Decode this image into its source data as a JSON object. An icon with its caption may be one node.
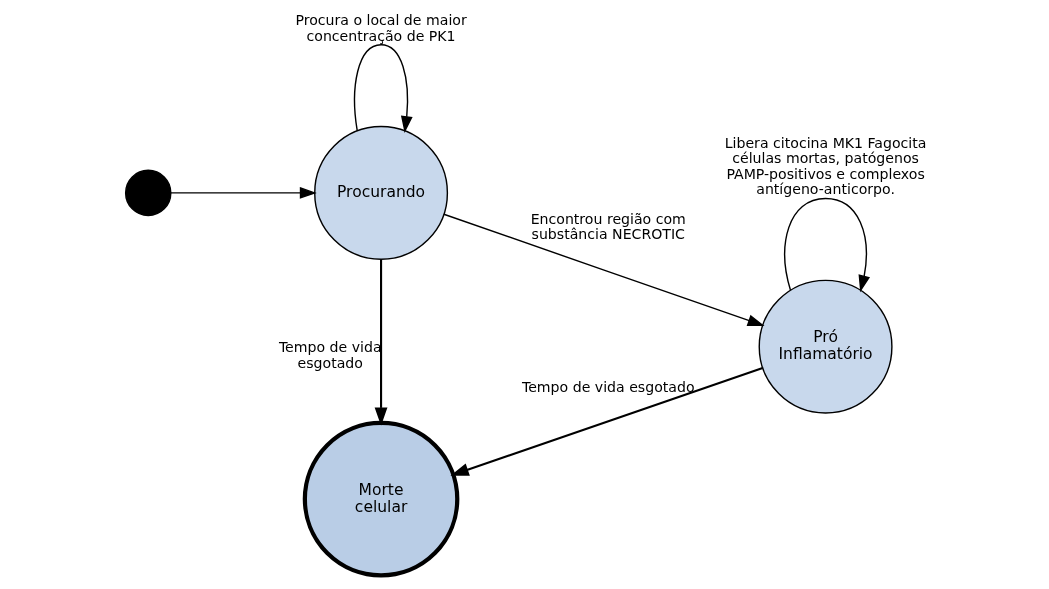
{
  "diagram": {
    "nodes": [
      {
        "text": [],
        "shape": "circle"
      },
      {
        "text": [
          "Procurando"
        ]
      },
      {
        "text": [
          "Pró Inflamatório"
        ]
      },
      {
        "text": [
          "Morte celular"
        ]
      }
    ],
    "edges": [
      {
        "from": 0,
        "to": 1,
        "arrow": "to"
      },
      {
        "from": 1,
        "to": 1,
        "arrow": "to",
        "label": "Procura o local de maior concentração de PK1"
      },
      {
        "from": 1,
        "to": 2,
        "arrow": "to",
        "label": "Encontrou região com substância NECROTIC"
      },
      {
        "from": 2,
        "to": 2,
        "arrow": "to",
        "label": "Libera citocina MK1 Fagocita células mortas, patógenos PAMP-positivos e complexos antígeno-anticorpo."
      },
      {
        "from": 1,
        "to": 3,
        "arrow": "to",
        "label": "Tempo de vida esgotado"
      },
      {
        "from": 2,
        "to": 3,
        "arrow": "to",
        "label": "Tempo de vida esgotado"
      }
    ]
  }
}
